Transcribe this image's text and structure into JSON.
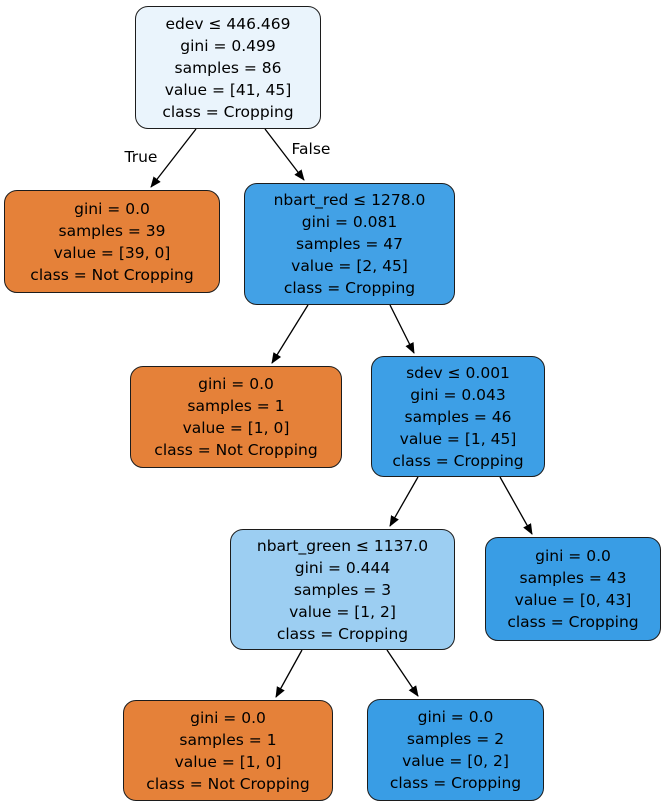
{
  "figure": {
    "type": "decision-tree",
    "classes": [
      "Not Cropping",
      "Cropping"
    ],
    "edge_labels": {
      "left": "True",
      "right": "False"
    }
  },
  "palette": {
    "not_cropping_orange": "#e58139",
    "cropping_blue": "#399de5",
    "outline_black": "#1c1c1c",
    "text_black": "#000000",
    "background_white": "#ffffff"
  },
  "nodes": [
    {
      "id": "root-split-edev",
      "fill": "#eaf4fc",
      "lines": [
        "edev ≤ 446.469",
        "gini = 0.499",
        "samples = 86",
        "value = [41, 45]",
        "class = Cropping"
      ]
    },
    {
      "id": "leaf-not-cropping-39",
      "fill": "#e58139",
      "lines": [
        "gini = 0.0",
        "samples = 39",
        "value = [39, 0]",
        "class = Not Cropping"
      ]
    },
    {
      "id": "split-nbart-red",
      "fill": "#42a1e6",
      "lines": [
        "nbart_red ≤ 1278.0",
        "gini = 0.081",
        "samples = 47",
        "value = [2, 45]",
        "class = Cropping"
      ]
    },
    {
      "id": "leaf-not-cropping-1a",
      "fill": "#e58139",
      "lines": [
        "gini = 0.0",
        "samples = 1",
        "value = [1, 0]",
        "class = Not Cropping"
      ]
    },
    {
      "id": "split-sdev",
      "fill": "#3d9fe6",
      "lines": [
        "sdev ≤ 0.001",
        "gini = 0.043",
        "samples = 46",
        "value = [1, 45]",
        "class = Cropping"
      ]
    },
    {
      "id": "split-nbart-green",
      "fill": "#9ccef2",
      "lines": [
        "nbart_green ≤ 1137.0",
        "gini = 0.444",
        "samples = 3",
        "value = [1, 2]",
        "class = Cropping"
      ]
    },
    {
      "id": "leaf-cropping-43",
      "fill": "#399de5",
      "lines": [
        "gini = 0.0",
        "samples = 43",
        "value = [0, 43]",
        "class = Cropping"
      ]
    },
    {
      "id": "leaf-not-cropping-1b",
      "fill": "#e58139",
      "lines": [
        "gini = 0.0",
        "samples = 1",
        "value = [1, 0]",
        "class = Not Cropping"
      ]
    },
    {
      "id": "leaf-cropping-2",
      "fill": "#399de5",
      "lines": [
        "gini = 0.0",
        "samples = 2",
        "value = [0, 2]",
        "class = Cropping"
      ]
    }
  ]
}
